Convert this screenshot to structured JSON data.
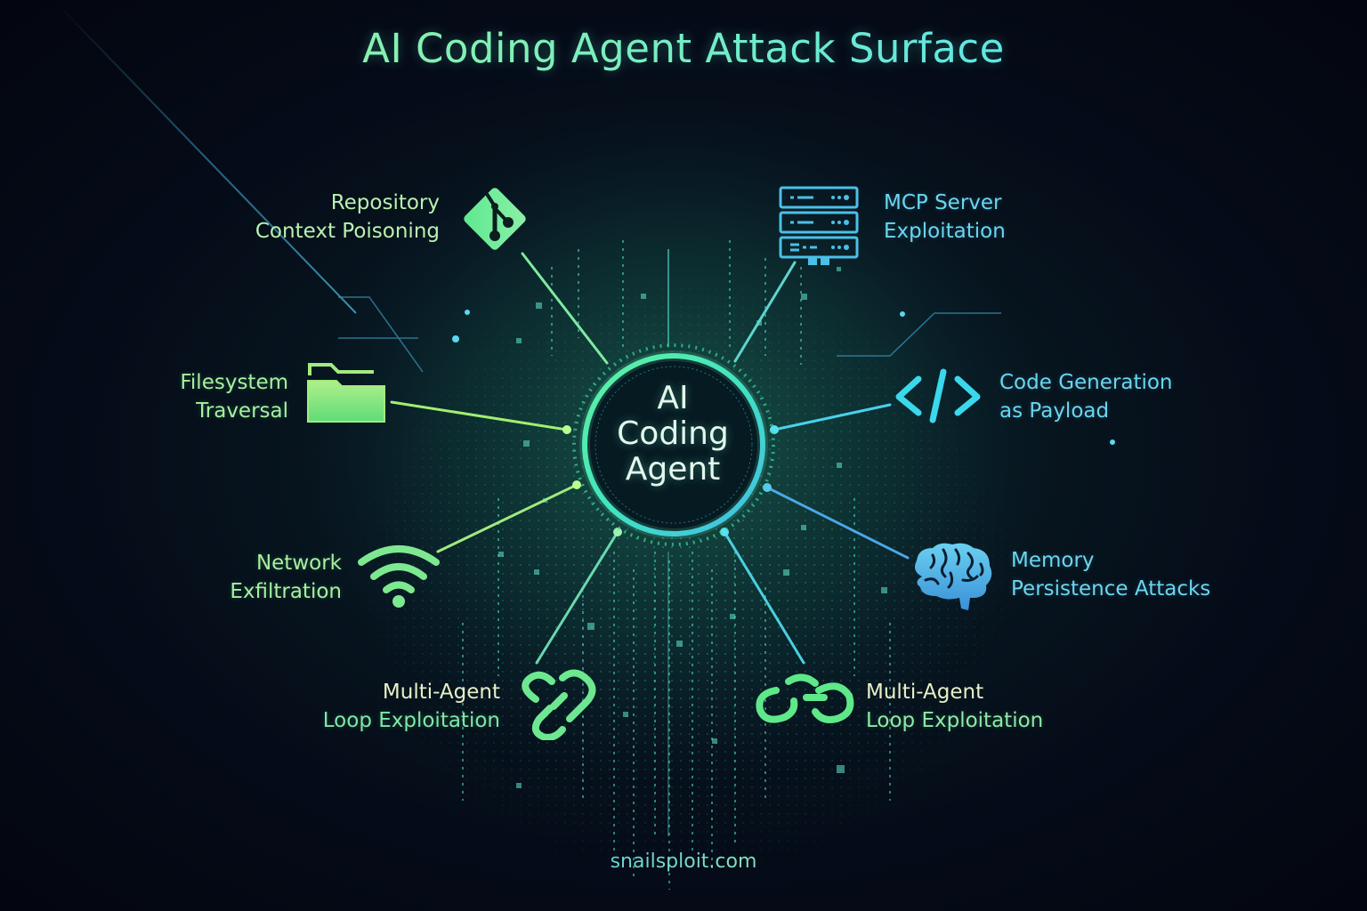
{
  "title": "AI Coding Agent Attack Surface",
  "hub": {
    "line1": "AI",
    "line2": "Coding",
    "line3": "Agent"
  },
  "nodes": [
    {
      "id": "repo",
      "line1": "Repository",
      "line2": "Context Poisoning",
      "icon": "git-icon",
      "color": "#7ee89a"
    },
    {
      "id": "mcp",
      "line1": "MCP Server",
      "line2": "Exploitation",
      "icon": "server-rack-icon",
      "color": "#5cc8ec"
    },
    {
      "id": "fs",
      "line1": "Filesystem",
      "line2": "Traversal",
      "icon": "folder-icon",
      "color": "#8ef08a"
    },
    {
      "id": "code",
      "line1": "Code Generation",
      "line2": "as Payload",
      "icon": "code-brackets-icon",
      "color": "#4fd6ec"
    },
    {
      "id": "net",
      "line1": "Network",
      "line2": "Exfiltration",
      "icon": "wifi-icon",
      "color": "#8aea8a"
    },
    {
      "id": "memory",
      "line1": "Memory",
      "line2": "Persistence Attacks",
      "icon": "brain-icon",
      "color": "#4aa8e8"
    },
    {
      "id": "loop-left",
      "line1": "Multi-Agent",
      "line2": "Loop Exploitation",
      "icon": "chain-link-icon",
      "color": "#6ee890"
    },
    {
      "id": "loop-right",
      "line1": "Multi-Agent",
      "line2": "Loop Exploitation",
      "icon": "chain-link-icon",
      "color": "#5ee88a"
    }
  ],
  "footer": "snailsploit.com",
  "colors": {
    "background": "#050b18",
    "green_accent": "#7ef0a0",
    "cyan_accent": "#5cd6ec",
    "blue_accent": "#3aa0e0"
  }
}
